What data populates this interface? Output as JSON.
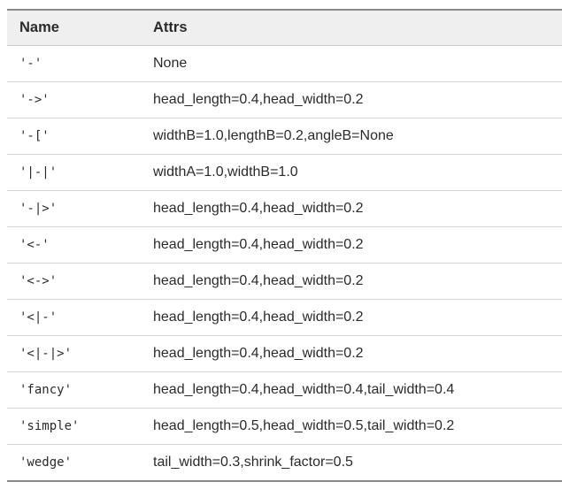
{
  "table": {
    "name": "arrowstyle-reference-table",
    "columns": [
      {
        "key": "name",
        "label": "Name"
      },
      {
        "key": "attrs",
        "label": "Attrs"
      }
    ],
    "rows": [
      {
        "name": "'-'",
        "attrs": "None"
      },
      {
        "name": "'->'",
        "attrs": "head_length=0.4,head_width=0.2"
      },
      {
        "name": "'-['",
        "attrs": "widthB=1.0,lengthB=0.2,angleB=None"
      },
      {
        "name": "'|-|'",
        "attrs": "widthA=1.0,widthB=1.0"
      },
      {
        "name": "'-|>'",
        "attrs": "head_length=0.4,head_width=0.2"
      },
      {
        "name": "'<-'",
        "attrs": "head_length=0.4,head_width=0.2"
      },
      {
        "name": "'<->'",
        "attrs": "head_length=0.4,head_width=0.2"
      },
      {
        "name": "'<|-'",
        "attrs": "head_length=0.4,head_width=0.2"
      },
      {
        "name": "'<|-|>'",
        "attrs": "head_length=0.4,head_width=0.2"
      },
      {
        "name": "'fancy'",
        "attrs": "head_length=0.4,head_width=0.4,tail_width=0.4"
      },
      {
        "name": "'simple'",
        "attrs": "head_length=0.5,head_width=0.5,tail_width=0.2"
      },
      {
        "name": "'wedge'",
        "attrs": "tail_width=0.3,shrink_factor=0.5"
      }
    ]
  },
  "colors": {
    "header_background": "#efefef",
    "outer_border": "#8a8a8a",
    "row_border": "#d4d4d4",
    "header_border": "#c9c9c9",
    "text": "#2b2b2b",
    "page_background": "#ffffff"
  }
}
